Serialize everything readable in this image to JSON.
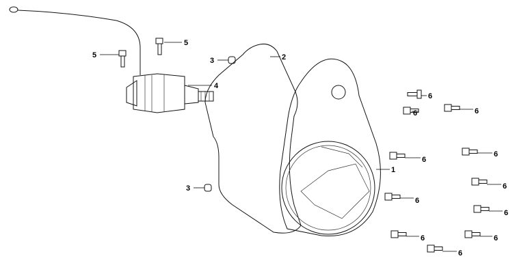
{
  "diagram": {
    "title": "Left crankcase cover / starter motor exploded view",
    "callouts": {
      "bolt_a": "5",
      "bolt_b": "5",
      "dowel_top": "3",
      "gasket": "2",
      "starter_motor": "4",
      "cover": "1",
      "dowel_bottom": "3",
      "flange_bolts": [
        "6",
        "6",
        "6",
        "6",
        "6",
        "6",
        "6",
        "6",
        "6",
        "6",
        "6"
      ]
    }
  }
}
